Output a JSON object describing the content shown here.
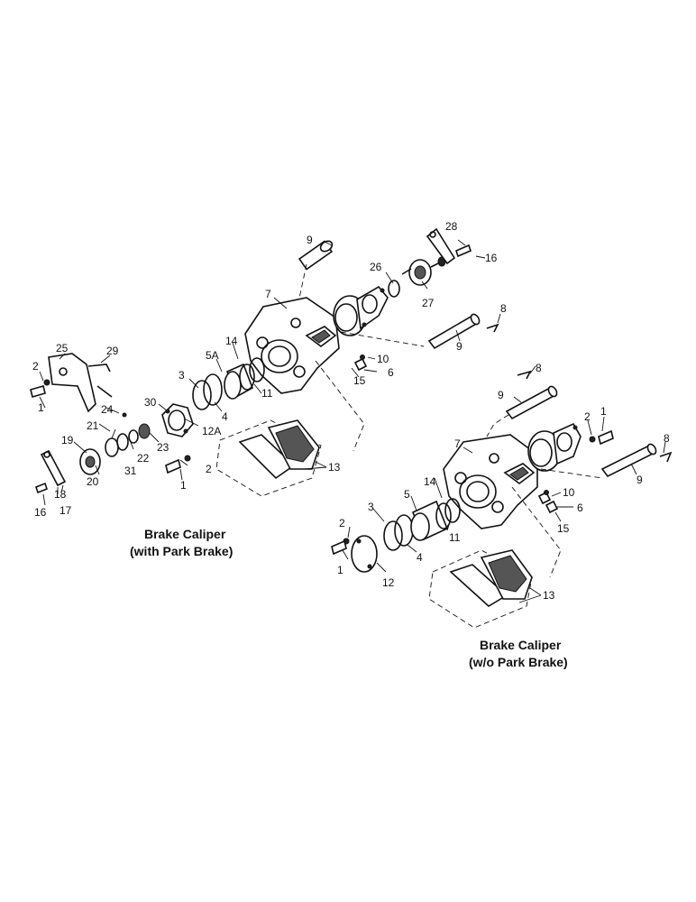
{
  "captions": {
    "park": {
      "line1": "Brake Caliper",
      "line2": "(with Park Brake)"
    },
    "nopark": {
      "line1": "Brake Caliper",
      "line2": "(w/o Park Brake)"
    }
  },
  "callouts_park": {
    "c1": "1",
    "c2": "2",
    "c1b": "1",
    "c2b": "2",
    "c3": "3",
    "c4": "4",
    "c5a": "5A",
    "c6": "6",
    "c7": "7",
    "c8": "8",
    "c9a": "9",
    "c9b": "9",
    "c10": "10",
    "c11": "11",
    "c12a": "12A",
    "c13": "13",
    "c14": "14",
    "c15": "15",
    "c16a": "16",
    "c16b": "16",
    "c17": "17",
    "c18": "18",
    "c19": "19",
    "c20": "20",
    "c21": "21",
    "c22": "22",
    "c23": "23",
    "c24": "24",
    "c25": "25",
    "c26": "26",
    "c27": "27",
    "c28": "28",
    "c29": "29",
    "c30": "30",
    "c31": "31"
  },
  "callouts_nopark": {
    "c1a": "1",
    "c1b": "1",
    "c2a": "2",
    "c2b": "2",
    "c3": "3",
    "c4": "4",
    "c5": "5",
    "c6": "6",
    "c7": "7",
    "c8a": "8",
    "c8b": "8",
    "c9a": "9",
    "c9b": "9",
    "c10": "10",
    "c11": "11",
    "c12": "12",
    "c13": "13",
    "c14": "14",
    "c15": "15"
  }
}
